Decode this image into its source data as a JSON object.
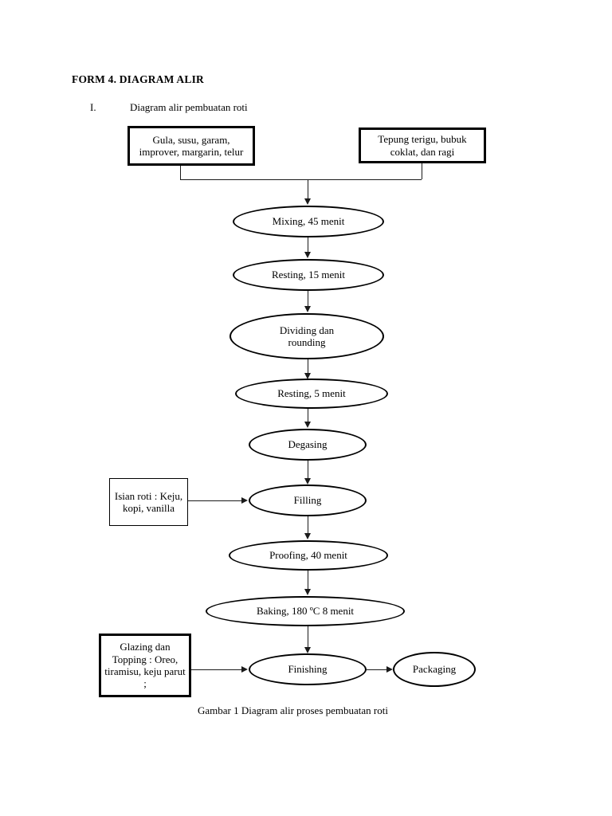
{
  "document": {
    "title": "FORM 4. DIAGRAM ALIR",
    "section_number": "I.",
    "section_title": "Diagram alir pembuatan roti",
    "caption": "Gambar 1 Diagram alir proses pembuatan roti"
  },
  "flowchart": {
    "inputs": [
      {
        "id": "input-wet",
        "shape": "box",
        "label": "Gula, susu, garam, improver, margarin, telur"
      },
      {
        "id": "input-dry",
        "shape": "box",
        "label": "Tepung terigu, bubuk coklat, dan ragi"
      }
    ],
    "steps": [
      {
        "id": "mixing",
        "shape": "ellipse",
        "label": "Mixing, 45 menit"
      },
      {
        "id": "resting1",
        "shape": "ellipse",
        "label": "Resting, 15 menit"
      },
      {
        "id": "dividing",
        "shape": "ellipse",
        "label": "Dividing dan rounding"
      },
      {
        "id": "resting2",
        "shape": "ellipse",
        "label": "Resting, 5 menit"
      },
      {
        "id": "degasing",
        "shape": "ellipse",
        "label": "Degasing"
      },
      {
        "id": "filling",
        "shape": "ellipse",
        "label": "Filling"
      },
      {
        "id": "proofing",
        "shape": "ellipse",
        "label": "Proofing, 40 menit"
      },
      {
        "id": "baking",
        "shape": "ellipse",
        "label": "Baking, 180 ºC 8 menit"
      },
      {
        "id": "finishing",
        "shape": "ellipse",
        "label": "Finishing"
      },
      {
        "id": "packaging",
        "shape": "ellipse",
        "label": "Packaging"
      }
    ],
    "side_inputs": [
      {
        "id": "filling-input",
        "shape": "box",
        "label": "Isian roti : Keju, kopi, vanilla",
        "target": "filling"
      },
      {
        "id": "finishing-input",
        "shape": "box",
        "label": "Glazing dan Topping : Oreo, tiramisu, keju parut ;",
        "target": "finishing"
      }
    ],
    "colors": {
      "line": "#1a1a1a",
      "node_border": "#000000",
      "node_fill": "#ffffff",
      "text": "#000000"
    }
  }
}
